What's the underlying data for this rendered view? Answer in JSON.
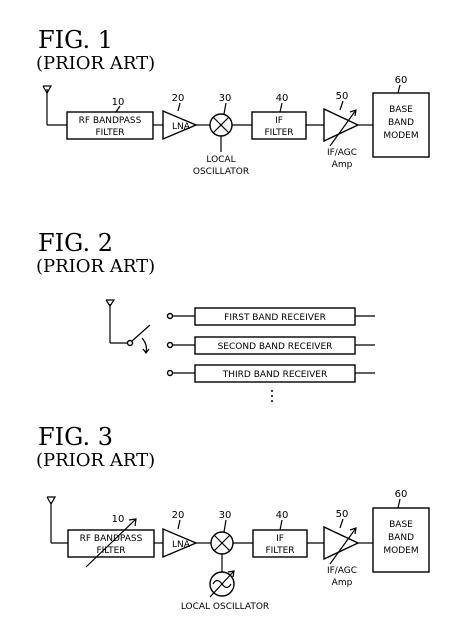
{
  "fig1": {
    "title": "FIG.  1",
    "subtitle": "(PRIOR ART)",
    "refs": [
      "10",
      "20",
      "30",
      "40",
      "50",
      "60"
    ],
    "rf_filter": [
      "RF BANDPASS",
      "FILTER"
    ],
    "lna": "LNA",
    "local_osc": [
      "LOCAL",
      "OSCILLATOR"
    ],
    "if_filter": [
      "IF",
      "FILTER"
    ],
    "agc": [
      "IF/AGC",
      "Amp"
    ],
    "modem": [
      "BASE",
      "BAND",
      "MODEM"
    ]
  },
  "fig2": {
    "title": "FIG.  2",
    "subtitle": "(PRIOR ART)",
    "receivers": [
      "FIRST BAND RECEIVER",
      "SECOND BAND RECEIVER",
      "THIRD BAND RECEIVER"
    ]
  },
  "fig3": {
    "title": "FIG.  3",
    "subtitle": "(PRIOR ART)",
    "refs": [
      "10",
      "20",
      "30",
      "40",
      "50",
      "60"
    ],
    "rf_filter": [
      "RF BANDPASS",
      "FILTER"
    ],
    "lna": "LNA",
    "local_osc": "LOCAL OSCILLATOR",
    "if_filter": [
      "IF",
      "FILTER"
    ],
    "agc": [
      "IF/AGC",
      "Amp"
    ],
    "modem": [
      "BASE",
      "BAND",
      "MODEM"
    ]
  }
}
